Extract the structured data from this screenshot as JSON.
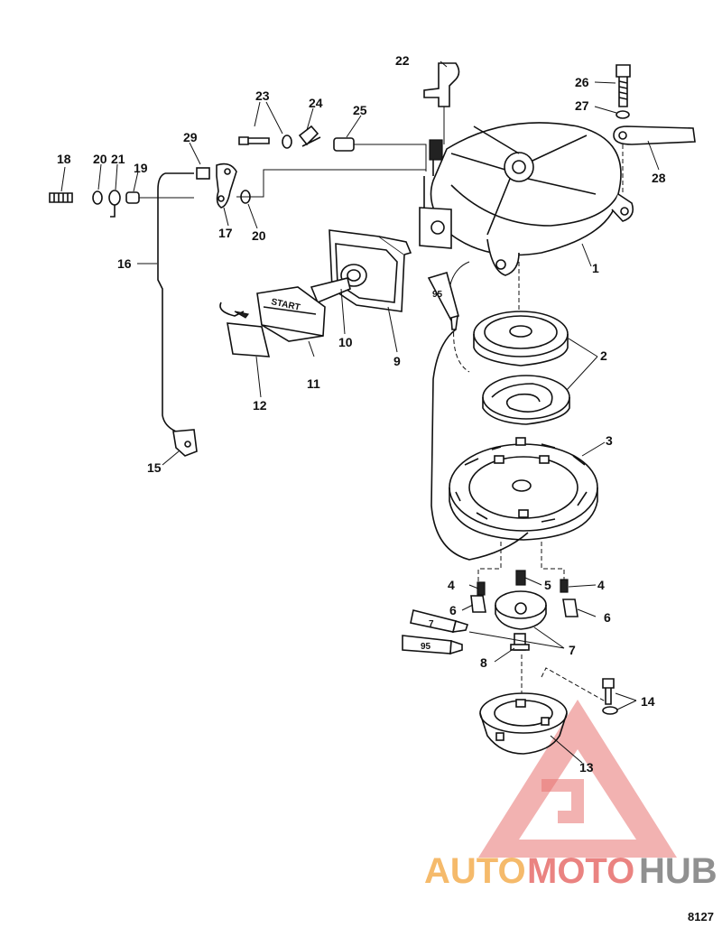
{
  "callouts": [
    "1",
    "2",
    "3",
    "4",
    "4",
    "5",
    "6",
    "6",
    "7",
    "8",
    "9",
    "10",
    "11",
    "12",
    "13",
    "14",
    "15",
    "16",
    "17",
    "18",
    "19",
    "20",
    "20",
    "21",
    "22",
    "23",
    "24",
    "25",
    "26",
    "27",
    "28",
    "29"
  ],
  "tube_labels": {
    "sealant_a": "95",
    "grease_a": "7",
    "sealant_b": "95"
  },
  "start_text": "START",
  "watermark": {
    "auto": "AUTO",
    "moto": "MOTO",
    "hub": "HUB",
    "colors": {
      "triangle": "#e45a58",
      "auto": "#f2a43a",
      "moto": "#e45a58",
      "hub": "#6c6c6c"
    }
  },
  "figure_ref": "8127"
}
